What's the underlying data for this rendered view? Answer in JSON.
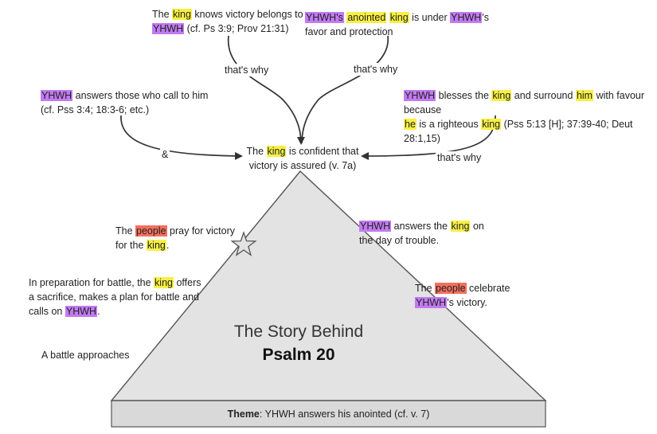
{
  "colors": {
    "king_highlight": "#f7f045",
    "yhwh_highlight": "#c27bf2",
    "people_highlight": "#f3705d",
    "triangle_fill": "#e3e3e3",
    "base_fill": "#d9d9d9",
    "outline": "#555555"
  },
  "top_left": {
    "parts": [
      {
        "text": "The "
      },
      {
        "text": "king",
        "hl": "king"
      },
      {
        "text": " knows victory belongs to"
      },
      {
        "br": true
      },
      {
        "text": "YHWH",
        "hl": "yhwh"
      },
      {
        "text": " (cf. Ps 3:9; Prov 21:31)"
      }
    ]
  },
  "top_right": {
    "parts": [
      {
        "text": "YHWH's",
        "hl": "yhwh"
      },
      {
        "text": " "
      },
      {
        "text": "anointed",
        "hl": "king"
      },
      {
        "text": " "
      },
      {
        "text": "king",
        "hl": "king"
      },
      {
        "text": " is under "
      },
      {
        "text": "YHWH",
        "hl": "yhwh"
      },
      {
        "text": "'s"
      },
      {
        "br": true
      },
      {
        "text": "favor and protection"
      }
    ]
  },
  "mid_left": {
    "parts": [
      {
        "text": "YHWH",
        "hl": "yhwh"
      },
      {
        "text": " answers those who call to him"
      },
      {
        "br": true
      },
      {
        "text": "(cf. Pss 3:4; 18:3-6; etc.)"
      }
    ]
  },
  "mid_right": {
    "parts": [
      {
        "text": "YHWH",
        "hl": "yhwh"
      },
      {
        "text": " blesses the "
      },
      {
        "text": "king",
        "hl": "king"
      },
      {
        "text": " and surround "
      },
      {
        "text": "him",
        "hl": "king"
      },
      {
        "text": " with favour because"
      },
      {
        "br": true
      },
      {
        "text": "he",
        "hl": "king"
      },
      {
        "text": " is a righteous "
      },
      {
        "text": "king",
        "hl": "king"
      },
      {
        "text": " (Pss 5:13 [H]; 37:39-40; Deut 28:1,15)"
      }
    ]
  },
  "peak": {
    "parts": [
      {
        "text": "The "
      },
      {
        "text": "king",
        "hl": "king"
      },
      {
        "text": " is confident that"
      },
      {
        "br": true
      },
      {
        "text": "victory is assured (v. 7a)"
      }
    ]
  },
  "people_pray": {
    "parts": [
      {
        "text": "The "
      },
      {
        "text": "people",
        "hl": "people"
      },
      {
        "text": " pray for victory"
      },
      {
        "br": true
      },
      {
        "text": "for the "
      },
      {
        "text": "king",
        "hl": "king"
      },
      {
        "text": "."
      }
    ]
  },
  "preparation": {
    "parts": [
      {
        "text": "In preparation for battle, the "
      },
      {
        "text": "king",
        "hl": "king"
      },
      {
        "text": " offers"
      },
      {
        "br": true
      },
      {
        "text": "a sacrifice, makes a plan for battle and"
      },
      {
        "br": true
      },
      {
        "text": "calls on "
      },
      {
        "text": "YHWH",
        "hl": "yhwh"
      },
      {
        "text": "."
      }
    ]
  },
  "battle": {
    "parts": [
      {
        "text": "A battle approaches"
      }
    ]
  },
  "answers": {
    "parts": [
      {
        "text": "YHWH",
        "hl": "yhwh"
      },
      {
        "text": " answers the "
      },
      {
        "text": "king",
        "hl": "king"
      },
      {
        "text": " on"
      },
      {
        "br": true
      },
      {
        "text": "the day of trouble."
      }
    ]
  },
  "celebrate": {
    "parts": [
      {
        "text": "The "
      },
      {
        "text": "people",
        "hl": "people"
      },
      {
        "text": " celebrate"
      },
      {
        "br": true
      },
      {
        "text": "YHWH",
        "hl": "yhwh"
      },
      {
        "text": "'s victory."
      }
    ]
  },
  "connectors": {
    "left_top": "that's why",
    "right_top": "that's why",
    "left_mid": "&",
    "right_mid": "that's why"
  },
  "title": {
    "line1": "The Story Behind",
    "line2": "Psalm 20"
  },
  "theme": {
    "label": "Theme",
    "text": ": YHWH answers his anointed (cf. v. 7)"
  }
}
